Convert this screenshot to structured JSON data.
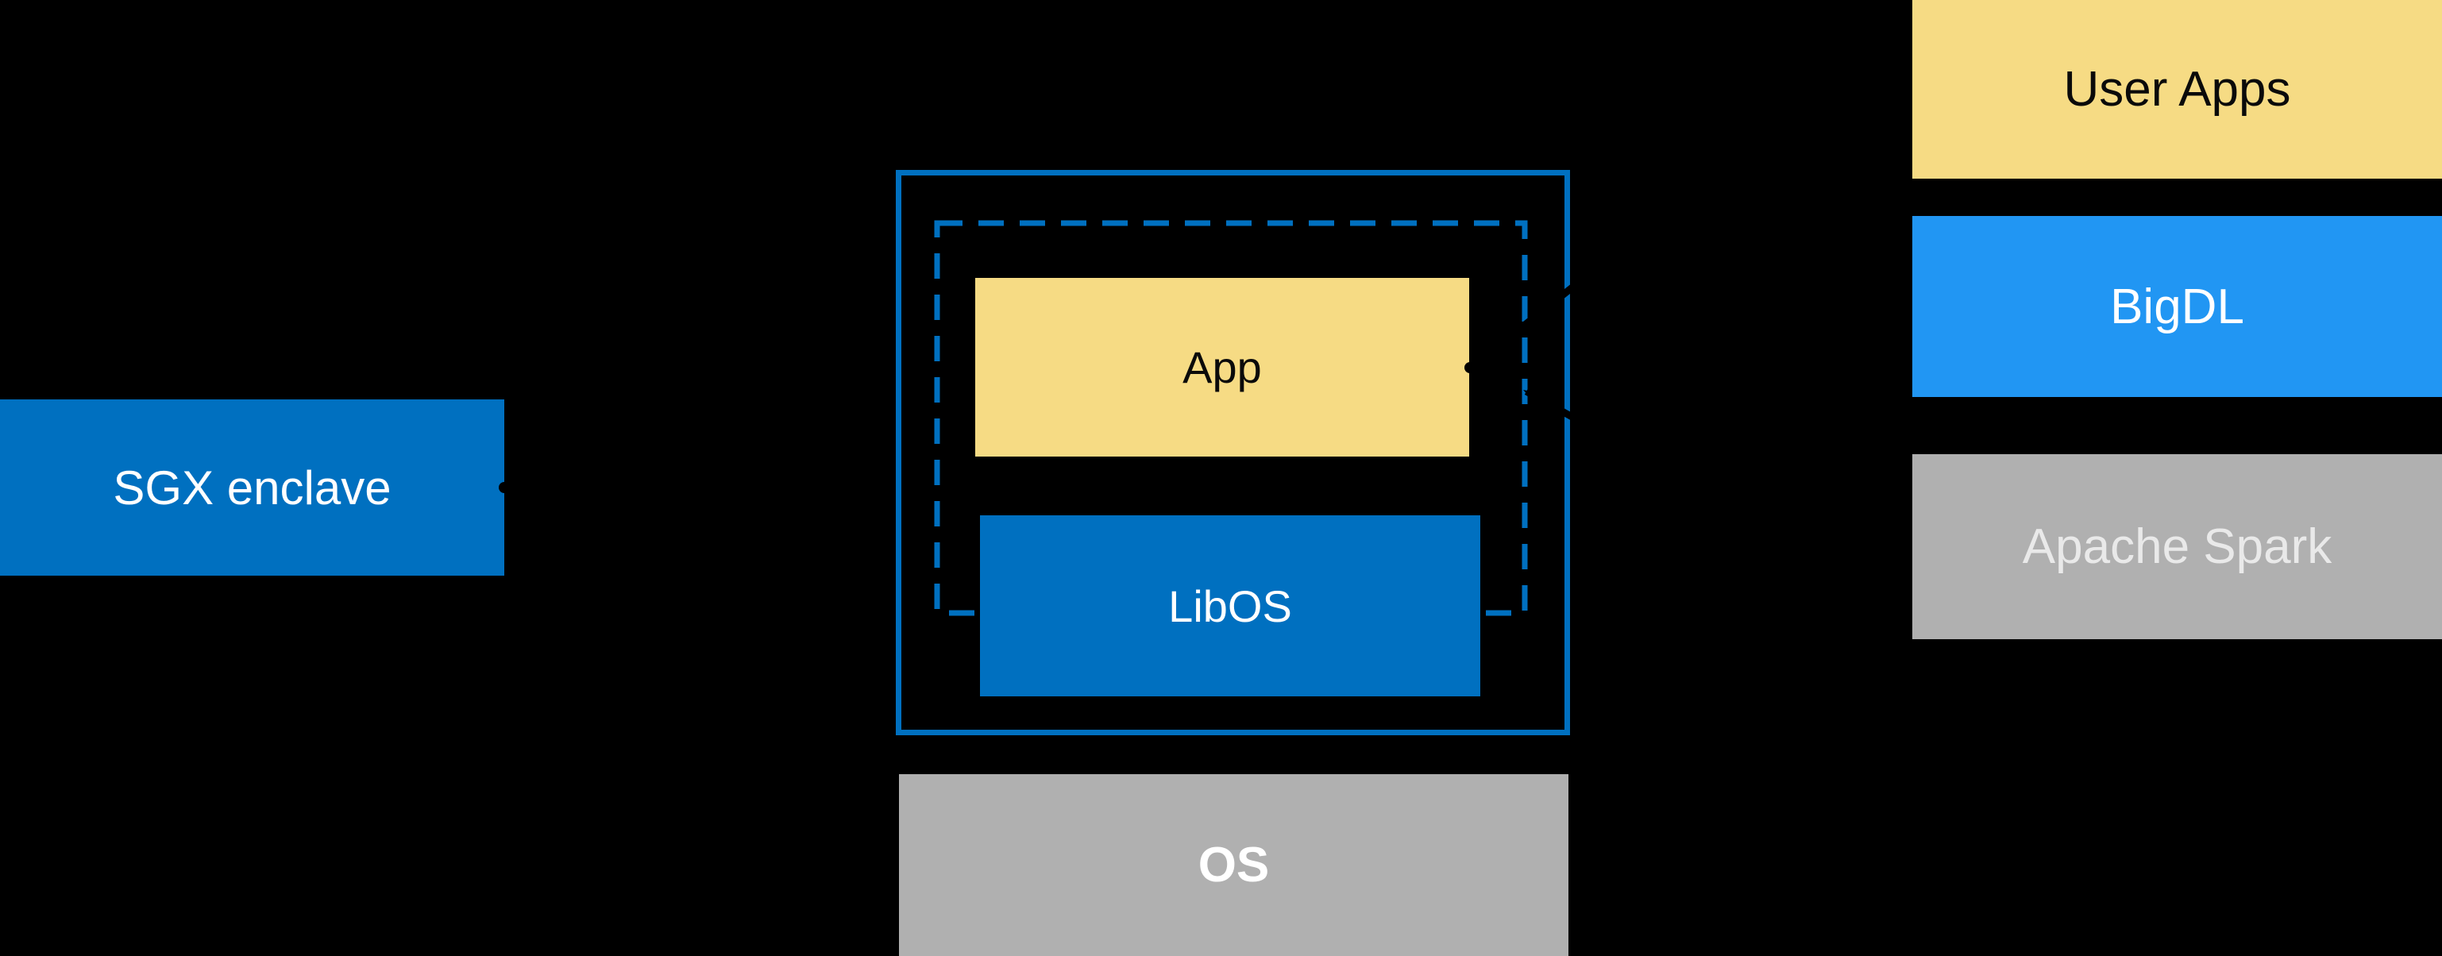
{
  "canvas": {
    "background": "#000000"
  },
  "colors": {
    "bg": "#000000",
    "intel_blue": "#0070C0",
    "bright_blue": "#2196F3",
    "yellow": "#F6DB84",
    "gray": "#B0B0B0",
    "white": "#FFFFFF",
    "black_text": "#0A0A0A",
    "spark_text": "#E9E9E9",
    "annotation_black": "#000000"
  },
  "left": {
    "sgx_box": {
      "label": "SGX enclave"
    }
  },
  "center": {
    "app_box": {
      "label": "App"
    },
    "libos_box": {
      "label": "LibOS"
    },
    "os_box": {
      "label": "OS"
    }
  },
  "right": {
    "boxes": [
      {
        "label": "User Apps"
      },
      {
        "label": "BigDL"
      },
      {
        "label": "Apache Spark"
      }
    ]
  }
}
